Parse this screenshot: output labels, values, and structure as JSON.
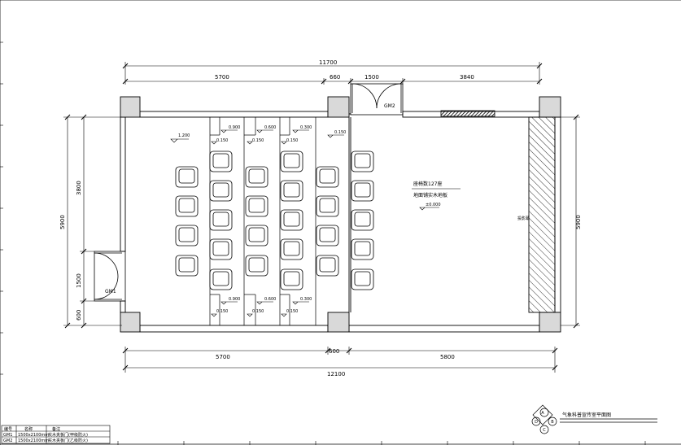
{
  "dimensions": {
    "top_total": "11700",
    "top_left": "5700",
    "top_gap": "660",
    "top_door": "1500",
    "top_right": "3840",
    "bottom_left": "5700",
    "bottom_gap": "600",
    "bottom_right": "5800",
    "bottom_total": "12100",
    "left_total": "5900",
    "left_upper": "3800",
    "left_door": "1500",
    "left_lower": "600",
    "right_total": "5900"
  },
  "doors": {
    "gm1": "GM1",
    "gm2": "GM2"
  },
  "levels": {
    "l1": "1.200",
    "l2": "0.900",
    "l3": "0.600",
    "l4": "0.300",
    "l5": "0.150",
    "s1": "0.150",
    "s2": "0.150",
    "s3": "0.150",
    "b1": "0.900",
    "b2": "0.600",
    "b3": "0.300",
    "bs1": "0.150",
    "bs2": "0.150",
    "bs3": "0.150",
    "floor": "±0.000"
  },
  "notes": {
    "n1": "座椅数127座",
    "n2": "地面铺实木地板",
    "screen": "投影幕"
  },
  "title_block": {
    "title": "气象科普宣传室平面图",
    "bubbles": [
      "A",
      "B",
      "C",
      "D"
    ]
  },
  "table": {
    "headers": [
      "编号",
      "名称",
      "备注"
    ],
    "rows": [
      [
        "GM1",
        "1500x2100mm",
        "实木夹板门(甲级防火)"
      ],
      [
        "GM2",
        "1500x2100mm",
        "实木夹板门(乙级防火)"
      ]
    ]
  }
}
